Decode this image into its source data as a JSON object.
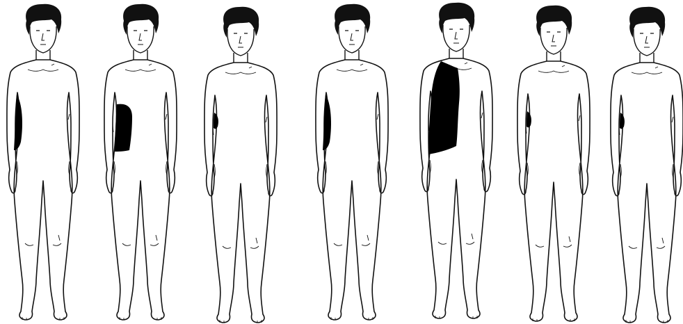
{
  "figure": {
    "panel_count": 7,
    "colors": {
      "background": "#ffffff",
      "outline": "#111111",
      "hair": "#111111",
      "affected_area": "#000000"
    },
    "panels": [
      {
        "area_shape": "left-flank-crescent"
      },
      {
        "area_shape": "left-flank-patch"
      },
      {
        "area_shape": "left-flank-small"
      },
      {
        "area_shape": "left-flank-crescent"
      },
      {
        "area_shape": "left-chest-and-flank-large"
      },
      {
        "area_shape": "left-flank-small"
      },
      {
        "area_shape": "left-flank-small"
      }
    ]
  }
}
